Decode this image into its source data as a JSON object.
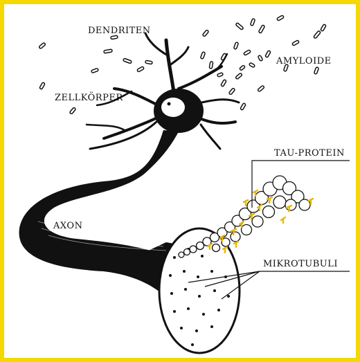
{
  "labels": {
    "dendriten": "DENDRITEN",
    "amyloide": "AMYLOIDE",
    "zellkoerper": "ZELLKÖRPER",
    "tau_protein": "TAU-PROTEIN",
    "axon": "AXON",
    "mikrotubuli": "MIKROTUBULI"
  },
  "colors": {
    "border": "#f5d800",
    "background": "#ffffff",
    "ink": "#111111",
    "tau": "#e8b800"
  }
}
